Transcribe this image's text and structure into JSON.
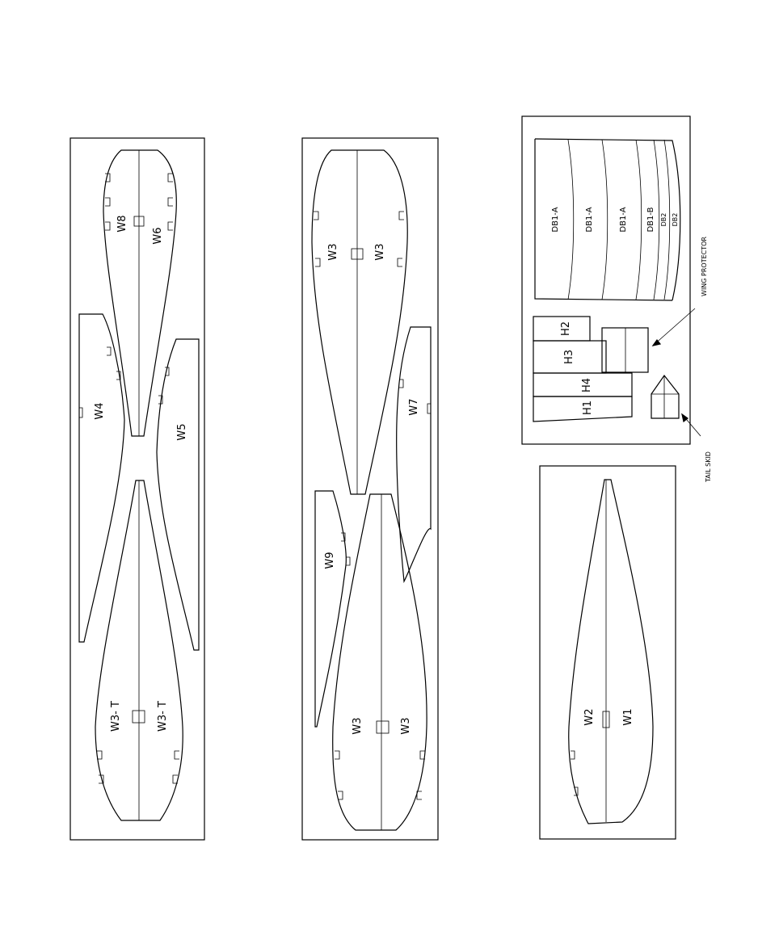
{
  "labels": {
    "w1": "W1",
    "w2": "W2",
    "w3": "W3",
    "w3t": "W3- T",
    "w4": "W4",
    "w5": "W5",
    "w6": "W6",
    "w7": "W7",
    "w8": "W8",
    "w9": "W9",
    "db1a": "DB1-A",
    "db1b": "DB1-B",
    "db2": "DB2",
    "h1": "H1",
    "h2": "H2",
    "h3": "H3",
    "h4": "H4",
    "wing_protector": "WING PROTECTOR",
    "tail_skid": "TAIL SKID"
  }
}
